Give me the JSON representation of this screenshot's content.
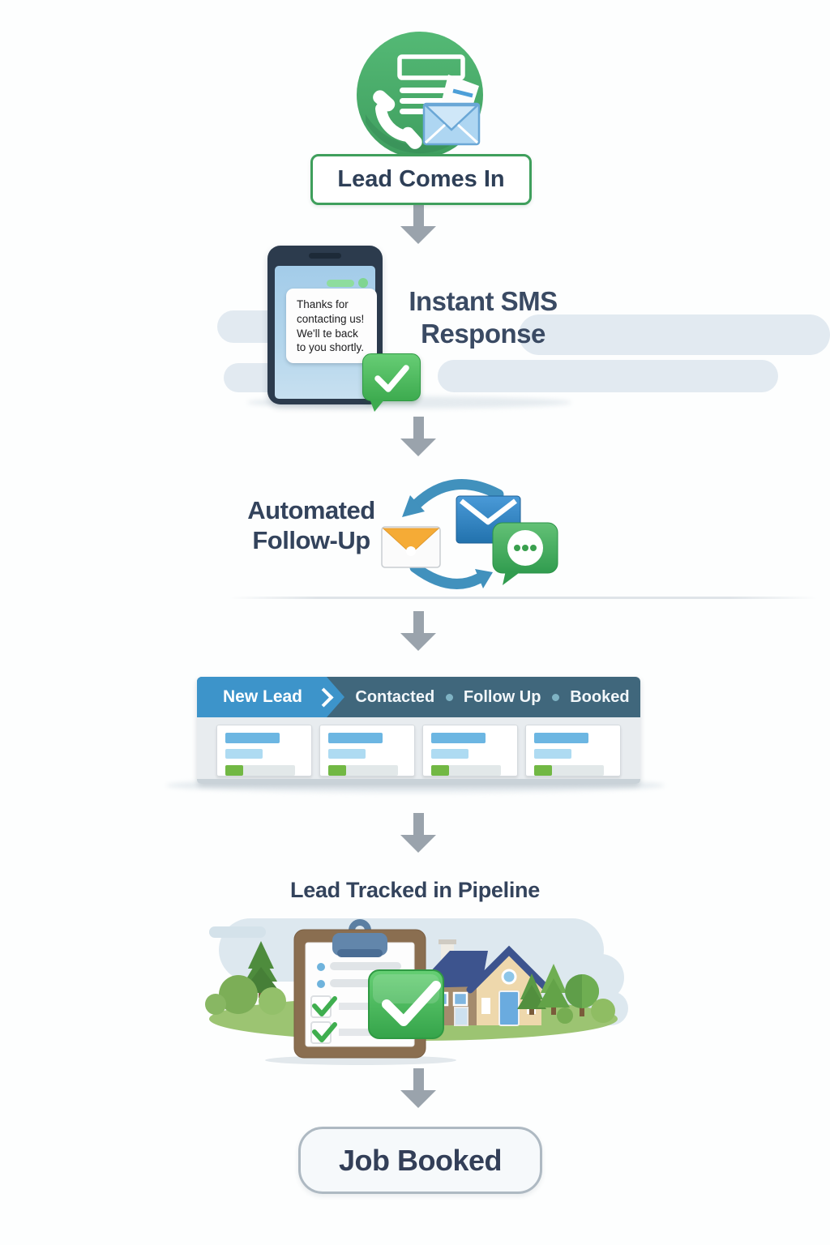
{
  "steps": {
    "lead_in": {
      "label": "Lead Comes In"
    },
    "sms": {
      "title_line1": "Instant SMS",
      "title_line2": "Response",
      "message": "Thanks for contacting us! We'll te back to you shortly."
    },
    "follow_up": {
      "title_line1": "Automated",
      "title_line2": "Follow-Up"
    },
    "pipeline": {
      "stages": [
        "New Lead",
        "Contacted",
        "Follow Up",
        "Booked"
      ]
    },
    "tracked": {
      "title": "Lead Tracked in Pipeline"
    },
    "booked": {
      "label": "Job Booked"
    }
  },
  "icons": [
    "phone-handset-icon",
    "contact-form-icon",
    "letter-paper-icon",
    "envelope-icon",
    "sms-check-bubble-icon",
    "orange-envelope-icon",
    "blue-envelope-icon",
    "chat-dots-bubble-icon",
    "sync-arrows-icon",
    "down-arrow-icon",
    "clipboard-checklist-icon",
    "green-check-square-icon",
    "house-icon",
    "pine-tree-icon",
    "bush-icon",
    "cloud-icon"
  ],
  "colors": {
    "accent_green": "#3f9f5c",
    "circle_green": "#4bae6e",
    "navy_text": "#33435c",
    "stage_active_blue": "#3d94ca",
    "pipeline_bar_teal": "#40677c",
    "success_green": "#3fae4f",
    "arrow_gray": "#9aa3ac",
    "phone_frame_navy": "#2c3b4d",
    "screen_blue": "#a6cde9",
    "sky_blob": "#dde8ef",
    "ground_green": "#9cc472"
  }
}
